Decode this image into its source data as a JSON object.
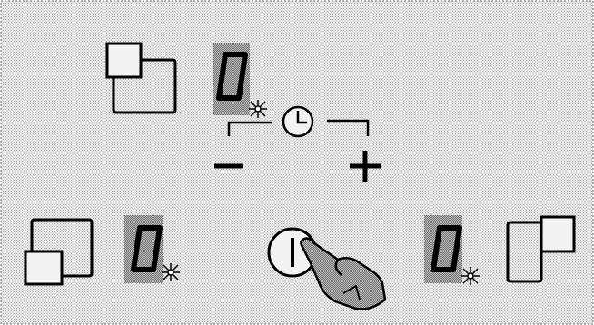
{
  "panel": {
    "background_color": "#e6e6e6",
    "border_color": "#9a9a9a",
    "line_color": "#000000",
    "display_shade_color": "#a9a9a9"
  },
  "cooking_zones": {
    "top_left": {
      "icon": "zone-top-left-icon"
    },
    "bottom_left": {
      "icon": "zone-bottom-left-icon"
    },
    "top_right": {
      "icon": "zone-top-right-icon"
    }
  },
  "displays": {
    "top": {
      "value": "0",
      "indicator": "blinking-dot"
    },
    "bottom_left": {
      "value": "0",
      "indicator": "blinking-dot"
    },
    "bottom_right": {
      "value": "0",
      "indicator": "blinking-dot"
    }
  },
  "timer": {
    "icon": "clock-icon",
    "minus_label": "−",
    "plus_label": "+"
  },
  "power": {
    "icon": "power-icon",
    "pressed_by": "finger-icon"
  }
}
